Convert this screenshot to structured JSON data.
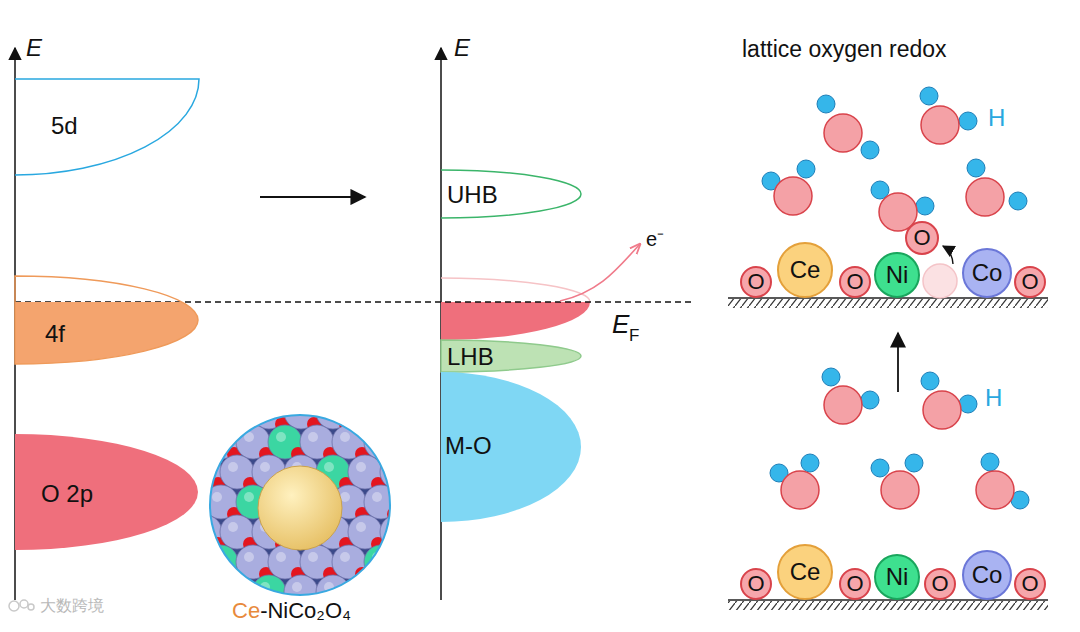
{
  "diagram": {
    "nodes": [
      {
        "text": [
          "5d"
        ]
      },
      {
        "text": [
          "4f"
        ]
      },
      {
        "text": [
          "O 2p"
        ]
      },
      {
        "text": [
          "UHB"
        ]
      },
      {
        "text": [
          "LHB"
        ]
      },
      {
        "text": [
          "M-O"
        ]
      },
      {
        "text": [
          "O"
        ]
      },
      {
        "text": [
          "O"
        ]
      },
      {
        "text": [
          "Ce"
        ]
      },
      {
        "text": [
          "O"
        ]
      },
      {
        "text": [
          "Ni"
        ]
      },
      {
        "text": [
          "Co"
        ]
      },
      {
        "text": [
          "O"
        ]
      },
      {
        "text": [
          "O"
        ]
      },
      {
        "text": [
          "Ce"
        ]
      },
      {
        "text": [
          "O"
        ]
      },
      {
        "text": [
          "Ni"
        ]
      },
      {
        "text": [
          "O"
        ]
      },
      {
        "text": [
          "Co"
        ]
      },
      {
        "text": [
          "O"
        ]
      }
    ],
    "labels": [
      "E",
      "E",
      "lattice oxygen redox",
      "H",
      "e⁻",
      "E",
      "F",
      "Ce",
      "-NiCo₂O₄",
      "H",
      "大数跨境"
    ]
  }
}
